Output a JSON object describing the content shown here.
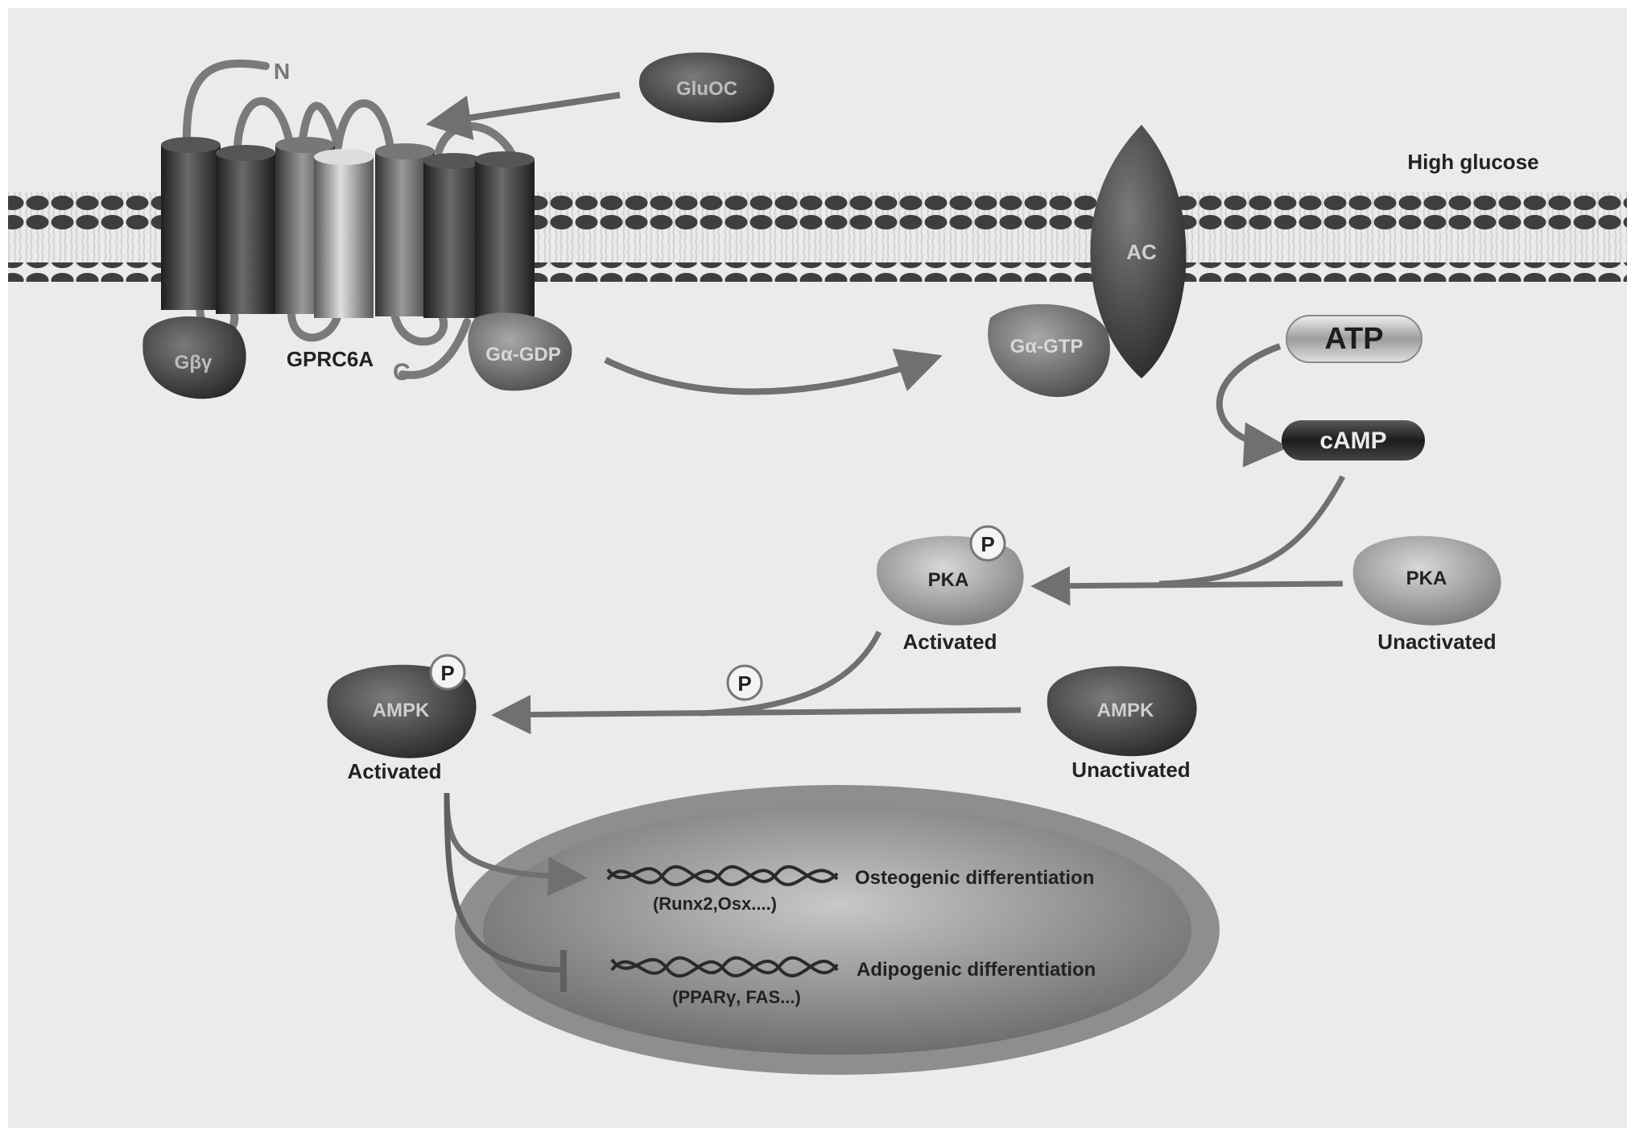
{
  "labels": {
    "n_terminus": "N",
    "c_terminus": "C",
    "gluoc": "GluOC",
    "high_glucose": "High glucose",
    "ac": "AC",
    "gby": "Gβγ",
    "gprc6a": "GPRC6A",
    "ga_gdp": "Gα-GDP",
    "ga_gtp": "Gα-GTP",
    "atp": "ATP",
    "camp": "cAMP",
    "pka_active": "PKA",
    "pka_active_state": "Activated",
    "pka_inactive": "PKA",
    "pka_inactive_state": "Unactivated",
    "ampk_active": "AMPK",
    "ampk_active_state": "Activated",
    "ampk_inactive": "AMPK",
    "ampk_inactive_state": "Unactivated",
    "phospho": "P",
    "osteogenic": "Osteogenic differentiation",
    "osteogenic_genes": "(Runx2,Osx....)",
    "adipogenic": "Adipogenic differentiation",
    "adipogenic_genes": "(PPARγ, FAS...)"
  },
  "colors": {
    "background": "#ebebeb",
    "arrow": "#707070",
    "dark_protein": "#4a4a4a",
    "mid_protein": "#8a8a8a",
    "light_protein": "#b4b4b4"
  }
}
